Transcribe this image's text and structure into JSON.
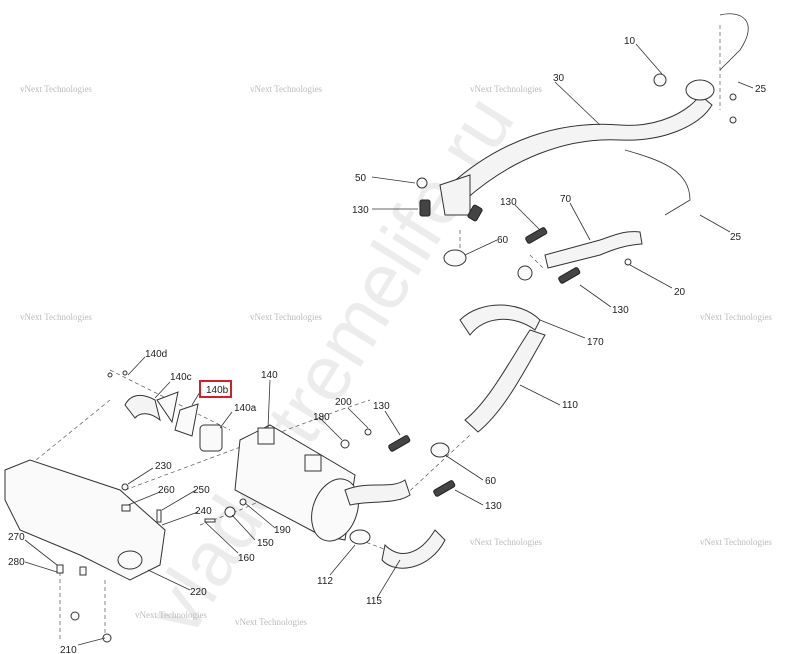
{
  "diagram": {
    "labels": {
      "p10": "10",
      "p30": "30",
      "p25a": "25",
      "p25b": "25",
      "p50": "50",
      "p130a": "130",
      "p70": "70",
      "p130b": "130",
      "p60a": "60",
      "p20": "20",
      "p130c": "130",
      "p170": "170",
      "p140d": "140d",
      "p140c": "140c",
      "p140b": "140b",
      "p140": "140",
      "p140a": "140a",
      "p180": "180",
      "p200": "200",
      "p130d": "130",
      "p110": "110",
      "p230": "230",
      "p260": "260",
      "p250": "250",
      "p240": "240",
      "p190": "190",
      "p150": "150",
      "p160": "160",
      "p60b": "60",
      "p130e": "130",
      "p112": "112",
      "p115": "115",
      "p270": "270",
      "p280": "280",
      "p220": "220",
      "p210": "210"
    },
    "highlighted_part": "140b",
    "highlight_color": "#d0202a",
    "watermark_small": "vNext Technologies",
    "watermark_large": "vladextremelife.ru"
  }
}
